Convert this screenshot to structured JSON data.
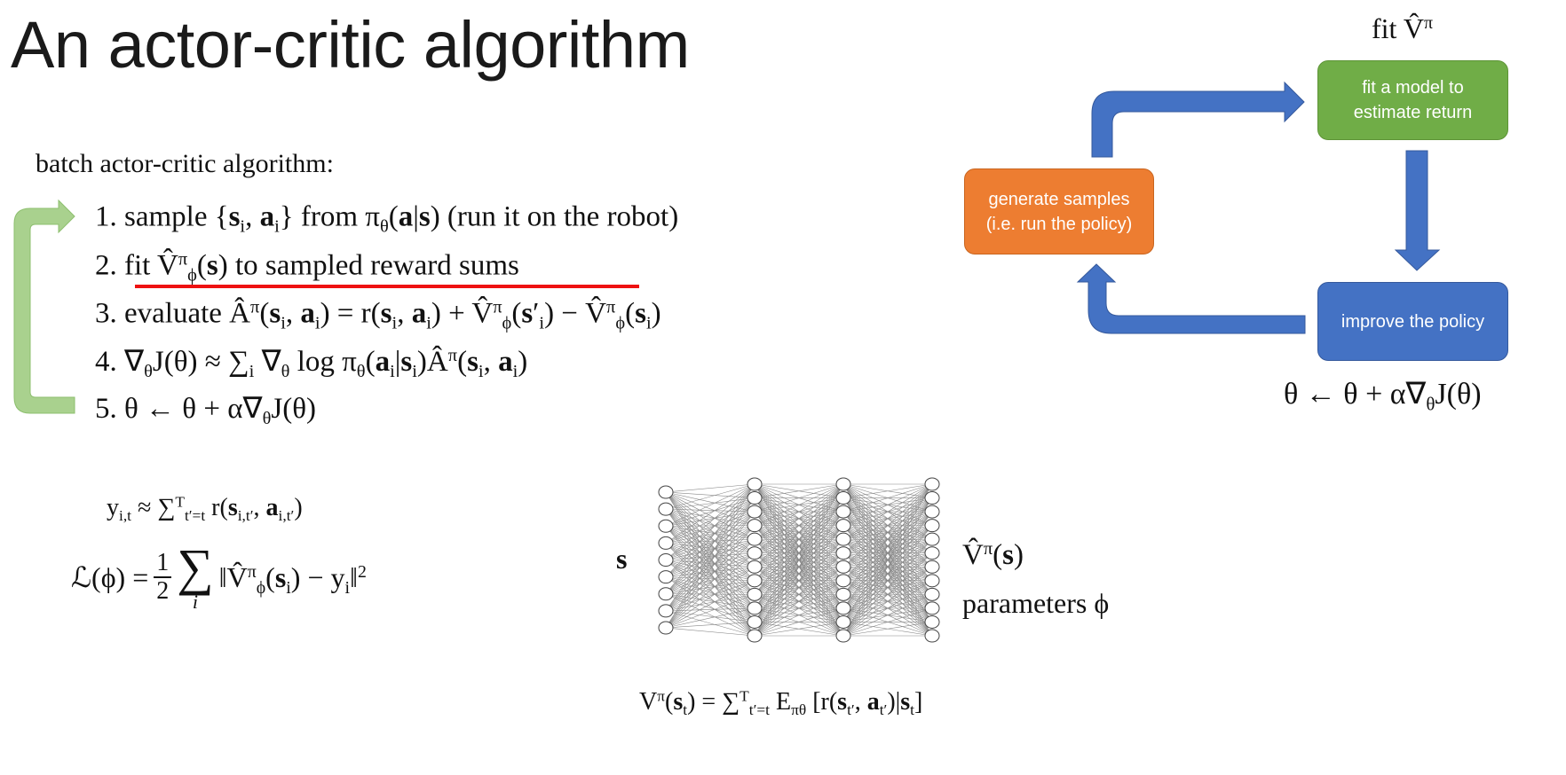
{
  "slide": {
    "title": "An actor-critic algorithm",
    "algorithm": {
      "heading": "batch actor-critic algorithm:",
      "steps": [
        "1. sample {!{s}_{i}, !{a}_{i}} from π_{θ}(!{a}|!{s}) (run it on the robot)",
        "2. fit V̂^{π}_{ϕ}(!{s}) to sampled reward sums",
        "3. evaluate Â^{π}(!{s}_{i}, !{a}_{i}) = r(!{s}_{i}, !{a}_{i}) + V̂^{π}_{ϕ}(!{s}′_{i}) − V̂^{π}_{ϕ}(!{s}_{i})",
        "4. ∇_{θ}J(θ) ≈ ∑_{i} ∇_{θ} log π_{θ}(!{a}_{i}|!{s}_{i})Â^{π}(!{s}_{i}, !{a}_{i})",
        "5. θ ← θ + α∇_{θ}J(θ)"
      ],
      "highlight_color": "#ee1111",
      "loop_arrow_color": "#a9d18e"
    },
    "cycle": {
      "fit_label": "fit V̂^{π}",
      "fit_box": "fit a model to estimate return",
      "generate_box": "generate samples (i.e. run the policy)",
      "improve_box": "improve the policy",
      "update_rule": "θ ← θ + α∇_{θ}J(θ)",
      "colors": {
        "fit": "#70ad47",
        "generate": "#ed7d31",
        "improve": "#4472c4",
        "arrow": "#4472c4"
      }
    },
    "targets": {
      "y_def": "y_{i,t} ≈ ∑^{T}_{t′=t} r(!{s}_{i,t′}, !{a}_{i,t′})",
      "loss": {
        "lhs": "ℒ(ϕ) =",
        "frac_num": "1",
        "frac_den": "2",
        "sum": "∑",
        "sum_index": "i",
        "body": "‖V̂^{π}_{ϕ}(!{s}_{i}) − y_{i}‖^{2}"
      }
    },
    "network": {
      "input_label": "s",
      "output_label": "V̂^{π}(!{s})",
      "params_label": "parameters ϕ",
      "layer_sizes": [
        9,
        12,
        12,
        12
      ]
    },
    "value_def": "V^{π}(!{s}_{t}) = ∑^{T}_{t′=t} E_{πθ} [r(!{s}_{t′}, !{a}_{t′})|!{s}_{t}]"
  }
}
